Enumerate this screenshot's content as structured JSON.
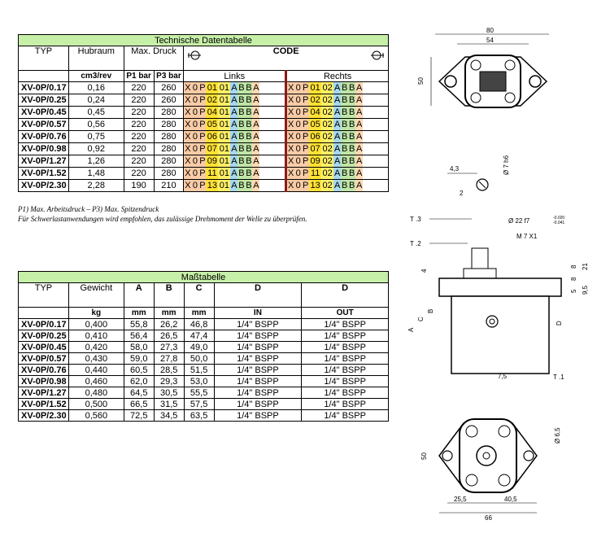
{
  "tech_table": {
    "title": "Technische Datentabelle",
    "headers": {
      "typ": "TYP",
      "hubraum": "Hubraum",
      "max_druck": "Max. Druck",
      "code": "CODE",
      "links": "Links",
      "rechts": "Rechts"
    },
    "units": {
      "hubraum": "cm3/rev",
      "p1": "P1 bar",
      "p3": "P3 bar"
    },
    "rows": [
      {
        "typ": "XV-0P/0.17",
        "hub": "0,16",
        "p1": "220",
        "p3": "260",
        "n": "01"
      },
      {
        "typ": "XV-0P/0.25",
        "hub": "0,24",
        "p1": "220",
        "p3": "260",
        "n": "02"
      },
      {
        "typ": "XV-0P/0.45",
        "hub": "0,45",
        "p1": "220",
        "p3": "280",
        "n": "04"
      },
      {
        "typ": "XV-0P/0.57",
        "hub": "0,56",
        "p1": "220",
        "p3": "280",
        "n": "05"
      },
      {
        "typ": "XV-0P/0.76",
        "hub": "0,75",
        "p1": "220",
        "p3": "280",
        "n": "06"
      },
      {
        "typ": "XV-0P/0.98",
        "hub": "0,92",
        "p1": "220",
        "p3": "280",
        "n": "07"
      },
      {
        "typ": "XV-0P/1.27",
        "hub": "1,26",
        "p1": "220",
        "p3": "280",
        "n": "09"
      },
      {
        "typ": "XV-0P/1.52",
        "hub": "1,48",
        "p1": "220",
        "p3": "280",
        "n": "11"
      },
      {
        "typ": "XV-0P/2.30",
        "hub": "2,28",
        "p1": "190",
        "p3": "210",
        "n": "13"
      }
    ],
    "code_links": [
      "X",
      "0",
      "P",
      "",
      "01",
      "A",
      "B",
      "B",
      "A"
    ],
    "code_rechts": [
      "X",
      "0",
      "P",
      "",
      "02",
      "A",
      "B",
      "B",
      "A"
    ]
  },
  "notes": {
    "line1": "P1) Max. Arbeitsdruck – P3) Max. Spitzendruck",
    "line2": "Für Schwerlastanwendungen wird empfohlen, das zulässige Drehmoment der Welle zu überprüfen."
  },
  "mass_table": {
    "title": "Maßtabelle",
    "headers": {
      "typ": "TYP",
      "gewicht": "Gewicht",
      "a": "A",
      "b": "B",
      "c": "C",
      "d1": "D",
      "d2": "D"
    },
    "units": {
      "gewicht": "kg",
      "a": "mm",
      "b": "mm",
      "c": "mm",
      "d1": "IN",
      "d2": "OUT"
    },
    "rows": [
      {
        "typ": "XV-0P/0.17",
        "g": "0,400",
        "a": "55,8",
        "b": "26,2",
        "c": "46,8",
        "in": "1/4\" BSPP",
        "out": "1/4\" BSPP"
      },
      {
        "typ": "XV-0P/0.25",
        "g": "0,410",
        "a": "56,4",
        "b": "26,5",
        "c": "47,4",
        "in": "1/4\" BSPP",
        "out": "1/4\" BSPP"
      },
      {
        "typ": "XV-0P/0.45",
        "g": "0,420",
        "a": "58,0",
        "b": "27,3",
        "c": "49,0",
        "in": "1/4\" BSPP",
        "out": "1/4\" BSPP"
      },
      {
        "typ": "XV-0P/0.57",
        "g": "0,430",
        "a": "59,0",
        "b": "27,8",
        "c": "50,0",
        "in": "1/4\" BSPP",
        "out": "1/4\" BSPP"
      },
      {
        "typ": "XV-0P/0.76",
        "g": "0,440",
        "a": "60,5",
        "b": "28,5",
        "c": "51,5",
        "in": "1/4\" BSPP",
        "out": "1/4\" BSPP"
      },
      {
        "typ": "XV-0P/0.98",
        "g": "0,460",
        "a": "62,0",
        "b": "29,3",
        "c": "53,0",
        "in": "1/4\" BSPP",
        "out": "1/4\" BSPP"
      },
      {
        "typ": "XV-0P/1.27",
        "g": "0,480",
        "a": "64,5",
        "b": "30,5",
        "c": "55,5",
        "in": "1/4\" BSPP",
        "out": "1/4\" BSPP"
      },
      {
        "typ": "XV-0P/1.52",
        "g": "0,500",
        "a": "66,5",
        "b": "31,5",
        "c": "57,5",
        "in": "1/4\" BSPP",
        "out": "1/4\" BSPP"
      },
      {
        "typ": "XV-0P/2.30",
        "g": "0,560",
        "a": "72,5",
        "b": "34,5",
        "c": "63,5",
        "in": "1/4\" BSPP",
        "out": "1/4\" BSPP"
      }
    ]
  },
  "drawing": {
    "top": {
      "w80": "80",
      "w54": "54",
      "h50": "50"
    },
    "shaft": {
      "d43": "4,3",
      "d7": "Ø 7 h6",
      "d2": "2"
    },
    "side": {
      "t3": "T .3",
      "t2": "T .2",
      "t1": "T .1",
      "d22": "Ø  22  f7",
      "tol_up": "-0.020",
      "tol_lo": "-0.041",
      "m7": "M  7  X1",
      "d4": "4",
      "d8": "8",
      "d21": "21",
      "d5": "5",
      "d95": "9,5",
      "a": "A",
      "b": "B",
      "c": "C",
      "d": "D",
      "d75": "7,5"
    },
    "front": {
      "h50": "50",
      "d65": "Ø 6,5",
      "w255": "25,5",
      "w405": "40,5",
      "w66": "66"
    }
  }
}
